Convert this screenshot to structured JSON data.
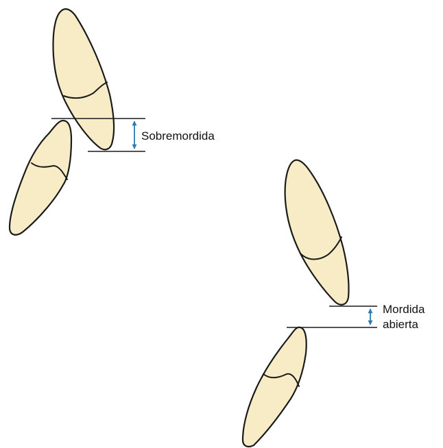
{
  "labels": {
    "overbite": "Sobremordida",
    "open_bite_line1": "Mordida",
    "open_bite_line2": "abierta"
  },
  "colors": {
    "tooth_fill": "#f7ecc6",
    "outline": "#1a1a1a",
    "arrow": "#2b7ab5",
    "background": "#ffffff"
  }
}
